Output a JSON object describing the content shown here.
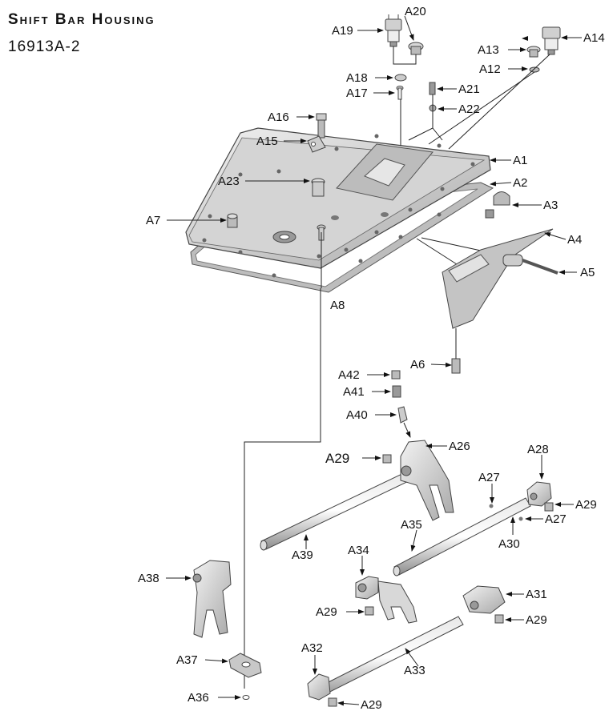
{
  "title": "Shift Bar Housing",
  "code": "16913A-2",
  "labels": {
    "A1": "A1",
    "A2": "A2",
    "A3": "A3",
    "A4": "A4",
    "A5": "A5",
    "A6": "A6",
    "A7": "A7",
    "A8": "A8",
    "A12": "A12",
    "A13": "A13",
    "A14": "A14",
    "A15": "A15",
    "A16": "A16",
    "A17": "A17",
    "A18": "A18",
    "A19": "A19",
    "A20": "A20",
    "A21": "A21",
    "A22": "A22",
    "A23": "A23",
    "A26": "A26",
    "A27a": "A27",
    "A27b": "A27",
    "A28": "A28",
    "A29a": "A29",
    "A29b": "A29",
    "A29c": "A29",
    "A29d": "A29",
    "A29e": "A29",
    "A30": "A30",
    "A31": "A31",
    "A32": "A32",
    "A33": "A33",
    "A34": "A34",
    "A35": "A35",
    "A36": "A36",
    "A37": "A37",
    "A38": "A38",
    "A39": "A39",
    "A40": "A40",
    "A41": "A41",
    "A42": "A42"
  }
}
